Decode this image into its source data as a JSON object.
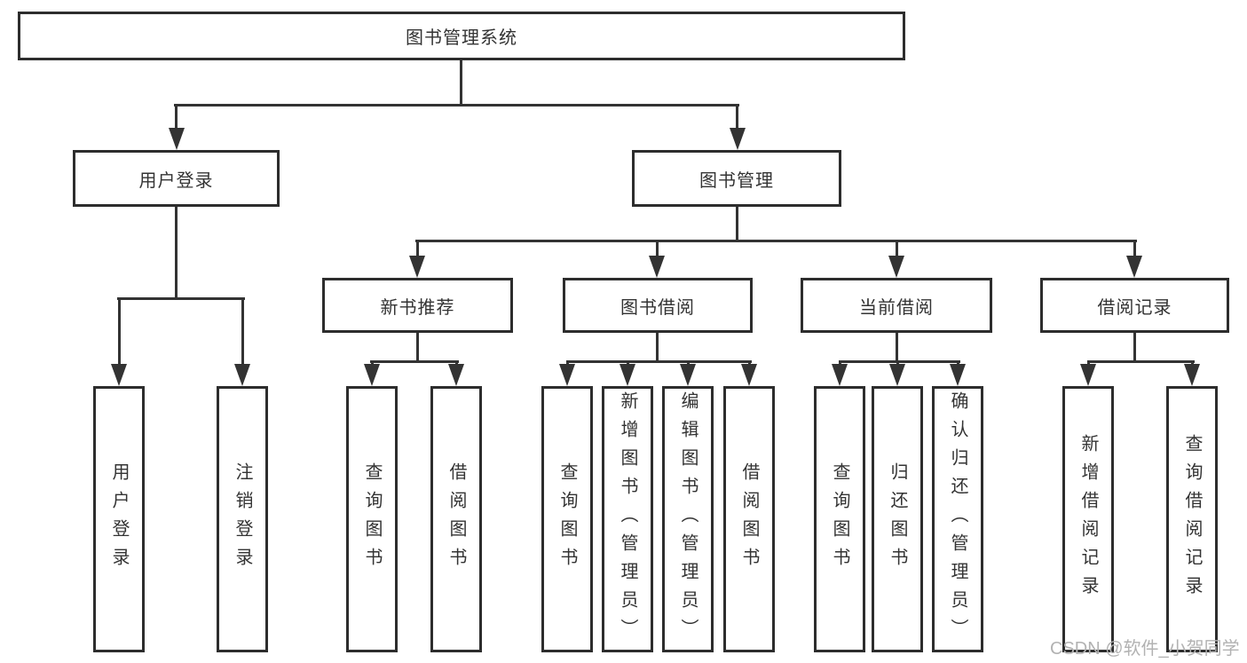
{
  "diagram": {
    "type": "tree",
    "language": "zh-CN",
    "colors": {
      "line": "#333333",
      "box_border": "#2d2d2d",
      "text": "#333333",
      "watermark_text_color": "#b2b2b2",
      "background": "#ffffff"
    }
  },
  "tree": {
    "label": "图书管理系统",
    "children": [
      {
        "label": "用户登录",
        "children": [
          {
            "label": "用户登录"
          },
          {
            "label": "注销登录"
          }
        ]
      },
      {
        "label": "图书管理",
        "children": [
          {
            "label": "新书推荐",
            "children": [
              {
                "label": "查询图书"
              },
              {
                "label": "借阅图书"
              }
            ]
          },
          {
            "label": "图书借阅",
            "children": [
              {
                "label": "查询图书"
              },
              {
                "label": "新增图书（管理员）"
              },
              {
                "label": "编辑图书（管理员）"
              },
              {
                "label": "借阅图书"
              }
            ]
          },
          {
            "label": "当前借阅",
            "children": [
              {
                "label": "查询图书"
              },
              {
                "label": "归还图书"
              },
              {
                "label": "确认归还（管理员）"
              }
            ]
          },
          {
            "label": "借阅记录",
            "children": [
              {
                "label": "新增借阅记录"
              },
              {
                "label": "查询借阅记录"
              }
            ]
          }
        ]
      }
    ]
  },
  "watermark": {
    "text": "CSDN @软件_小贺同学"
  }
}
